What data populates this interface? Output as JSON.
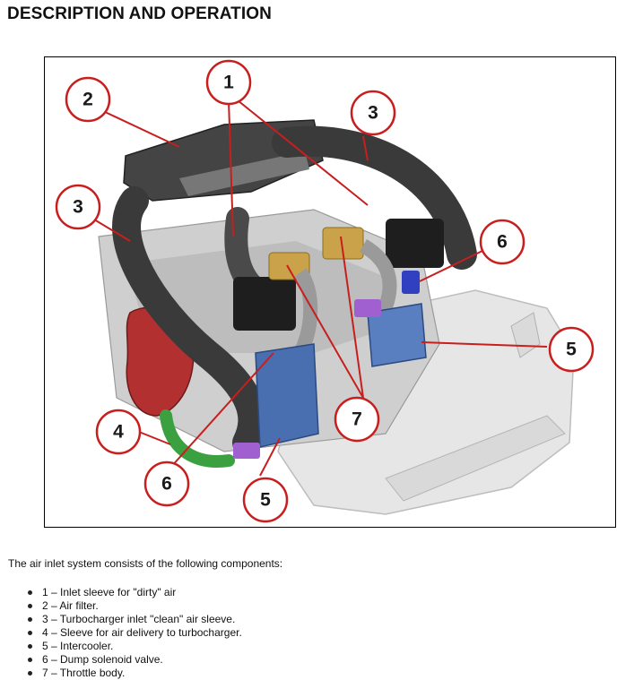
{
  "heading": "DESCRIPTION AND OPERATION",
  "figure": {
    "callouts": [
      "1",
      "2",
      "3",
      "3",
      "4",
      "5",
      "5",
      "6",
      "6",
      "7"
    ],
    "colors": {
      "callout_ring": "#c81e1e",
      "leader_line": "#c81e1e",
      "hose": "#3a3a3a",
      "intercooler": "#4a6fb0",
      "throttle": "#c9a24a",
      "turbo": "#b23030",
      "green_pipe": "#3aa040",
      "purple_pipe": "#a060d0"
    }
  },
  "intro": "The air inlet system consists of the following components:",
  "components": [
    "1 – Inlet sleeve for \"dirty\" air",
    "2 – Air filter.",
    "3 – Turbocharger inlet \"clean\" air sleeve.",
    "4 – Sleeve for air delivery to turbocharger.",
    "5 – Intercooler.",
    "6 – Dump solenoid valve.",
    "7 – Throttle body."
  ]
}
